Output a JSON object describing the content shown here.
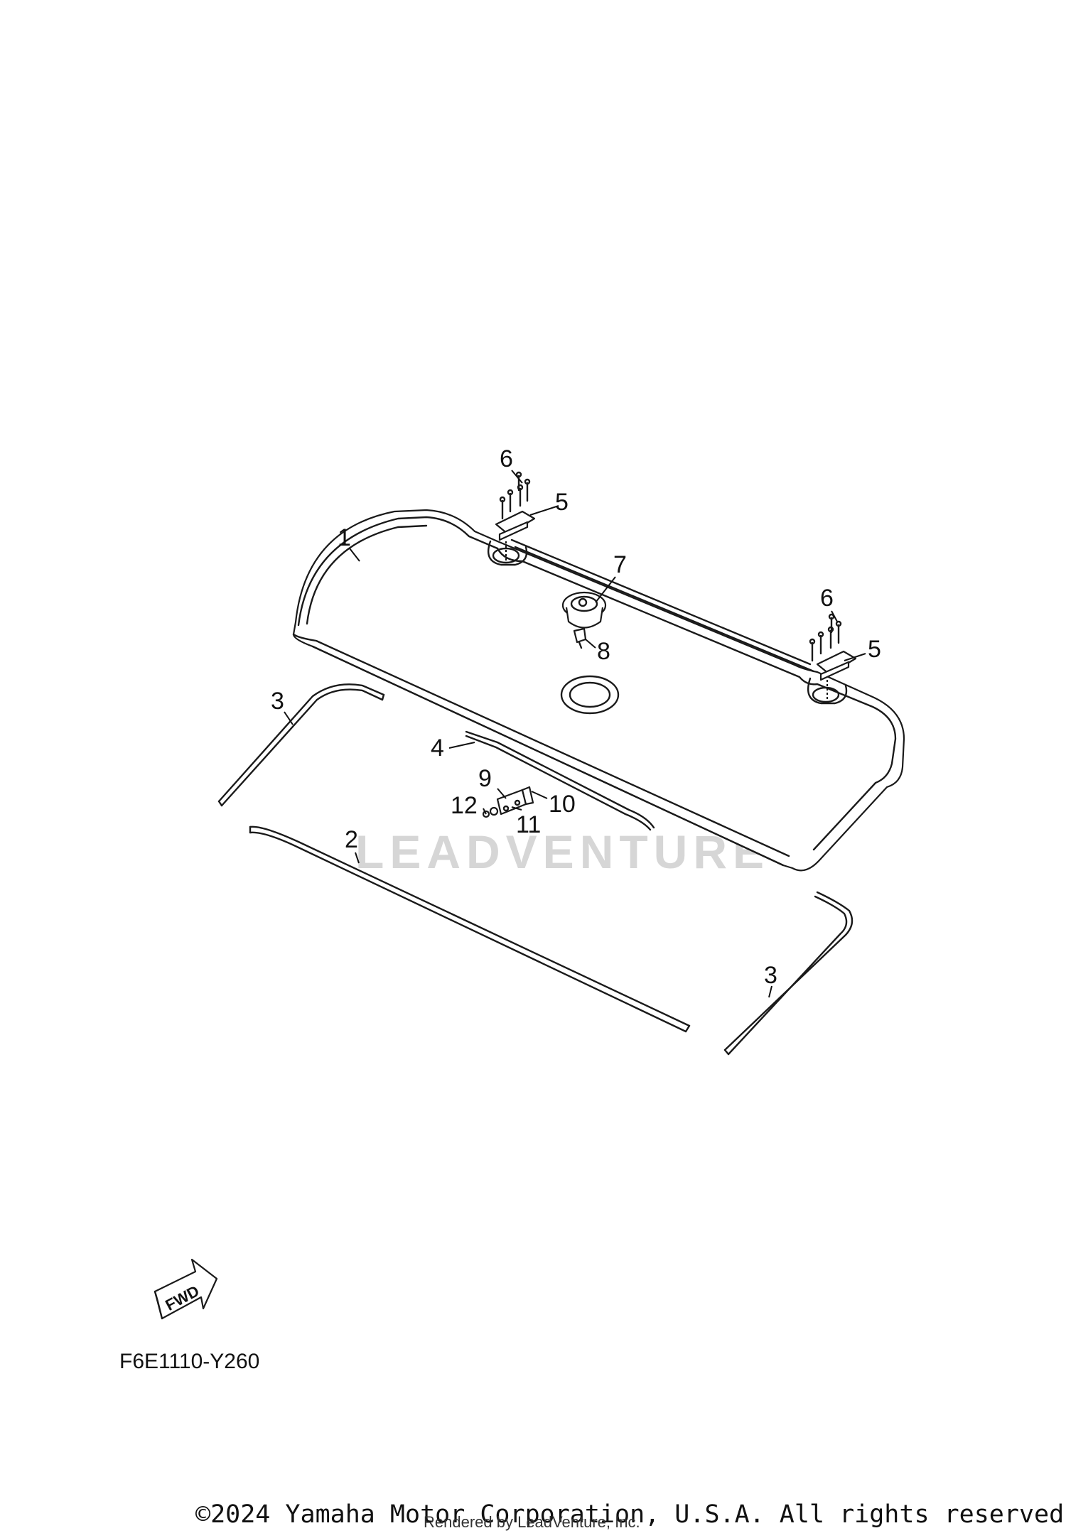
{
  "diagram": {
    "callouts": {
      "c1": "1",
      "c2": "2",
      "c3a": "3",
      "c3b": "3",
      "c4": "4",
      "c5a": "5",
      "c5b": "5",
      "c6a": "6",
      "c6b": "6",
      "c7": "7",
      "c8": "8",
      "c9": "9",
      "c10": "10",
      "c11": "11",
      "c12": "12"
    },
    "fwd_label": "FWD",
    "watermark": "LEADVENTURE",
    "drawing_code": "F6E1110-Y260"
  },
  "footer": {
    "copyright": "©2024 Yamaha Motor Corporation, U.S.A. All rights reserved.",
    "rendered_by": "Rendered by LeadVenture, Inc."
  }
}
